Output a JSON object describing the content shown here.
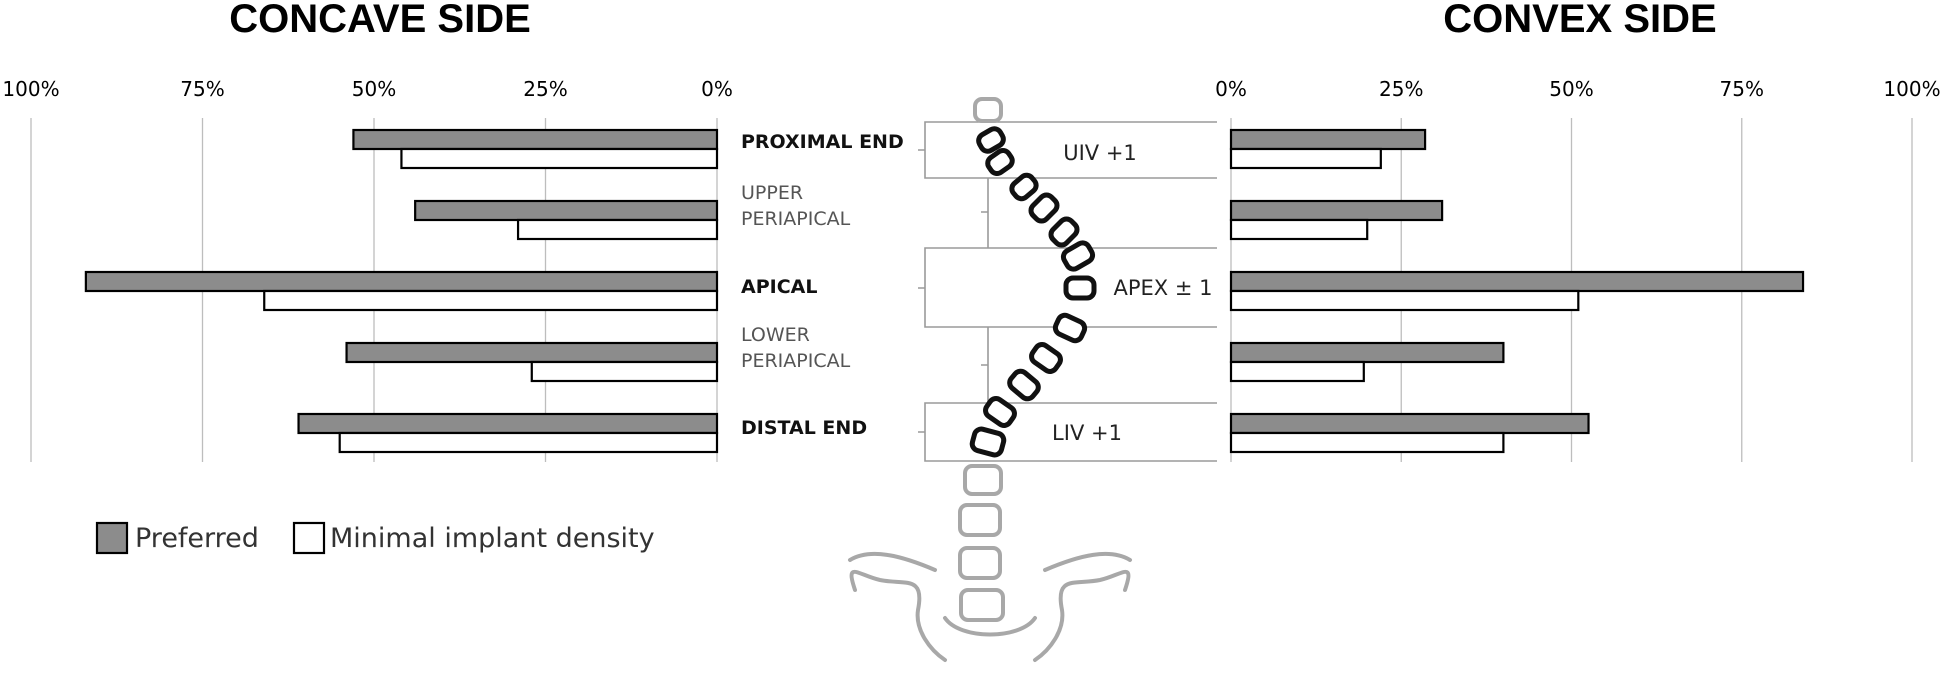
{
  "chart_data": [
    {
      "type": "bar",
      "orientation": "horizontal",
      "title": "CONCAVE SIDE",
      "x_direction": "reversed",
      "xlim": [
        0,
        100
      ],
      "x_ticks": [
        "0%",
        "25%",
        "50%",
        "75%",
        "100%"
      ],
      "grid": true,
      "categories": [
        "PROXIMAL END",
        "UPPER PERIAPICAL",
        "APICAL",
        "LOWER PERIAPICAL",
        "DISTAL END"
      ],
      "series": [
        {
          "name": "Preferred",
          "values": [
            53,
            44,
            92,
            54,
            61
          ]
        },
        {
          "name": "Minimal implant density",
          "values": [
            46,
            29,
            66,
            27,
            55
          ]
        }
      ]
    },
    {
      "type": "bar",
      "orientation": "horizontal",
      "title": "CONVEX SIDE",
      "x_direction": "normal",
      "xlim": [
        0,
        100
      ],
      "x_ticks": [
        "0%",
        "25%",
        "50%",
        "75%",
        "100%"
      ],
      "grid": true,
      "categories": [
        "PROXIMAL END",
        "UPPER PERIAPICAL",
        "APICAL",
        "LOWER PERIAPICAL",
        "DISTAL END"
      ],
      "series": [
        {
          "name": "Preferred",
          "values": [
            28.5,
            31,
            84,
            40,
            52.5
          ]
        },
        {
          "name": "Minimal implant density",
          "values": [
            22,
            20,
            51,
            19.5,
            40
          ]
        }
      ]
    }
  ],
  "center_labels": [
    {
      "lines": [
        "PROXIMAL END"
      ],
      "style": "bold"
    },
    {
      "lines": [
        "UPPER",
        "PERIAPICAL"
      ],
      "style": "grey"
    },
    {
      "lines": [
        "APICAL"
      ],
      "style": "bold"
    },
    {
      "lines": [
        "LOWER",
        "PERIAPICAL"
      ],
      "style": "grey"
    },
    {
      "lines": [
        "DISTAL END"
      ],
      "style": "bold"
    }
  ],
  "segment_labels": {
    "uiv": "UIV +1",
    "apex": "APEX ± 1",
    "liv": "LIV +1"
  },
  "legend": {
    "position": "bottom-left",
    "items": [
      {
        "label": "Preferred",
        "color": "#8c8c8c"
      },
      {
        "label": "Minimal implant density",
        "color": "#ffffff"
      }
    ]
  },
  "colors": {
    "preferred": "#8c8c8c",
    "minimal": "#ffffff",
    "grid": "#bdbdbd",
    "spine_grey": "#a8a8a8"
  },
  "illustration": {
    "name": "scoliotic-spine-illustration"
  }
}
